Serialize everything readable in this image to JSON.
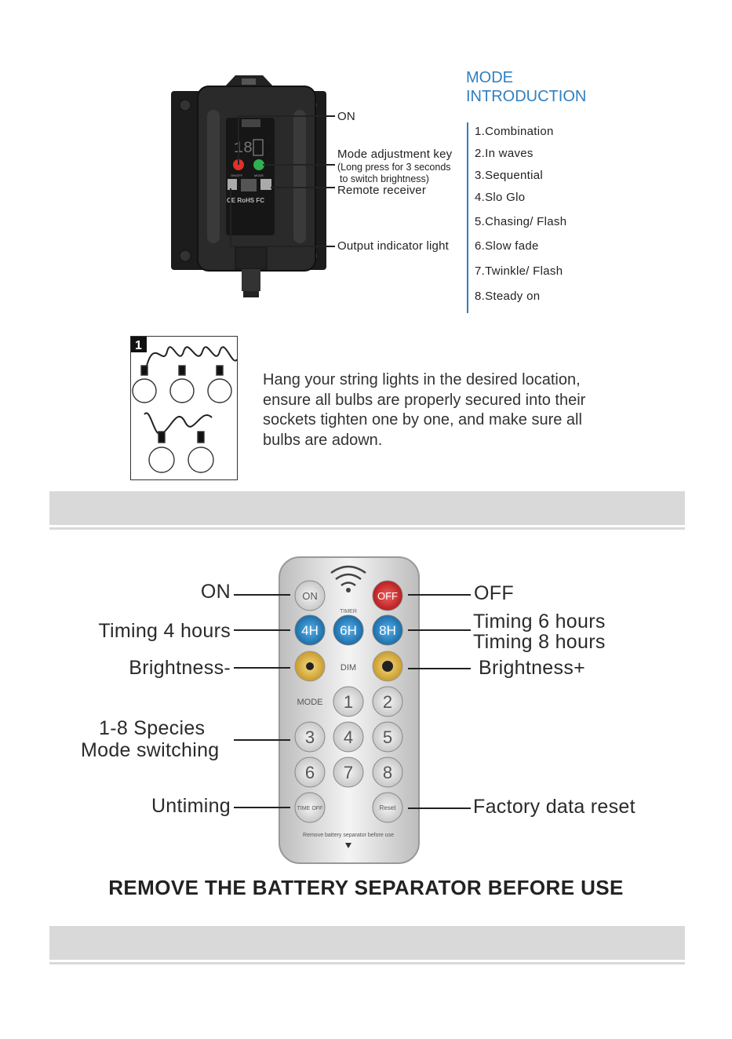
{
  "controller": {
    "labels": {
      "on": "ON",
      "mode_key": "Mode adjustment key",
      "mode_key_note_1": "(Long press for 3 seconds",
      "mode_key_note_2": "to switch brightness)",
      "remote_receiver": "Remote receiver",
      "output_indicator": "Output indicator light"
    },
    "device_text": {
      "display": "18",
      "on_off": "ON/OFF",
      "mode": "MODE",
      "cert": "CE RoHS FC"
    }
  },
  "modes": {
    "title_line1": "MODE",
    "title_line2": "INTRODUCTION",
    "items": [
      "1.Combination",
      "2.In waves",
      "3.Sequential",
      "4.Slo Glo",
      "5.Chasing/ Flash",
      "6.Slow fade",
      "7.Twinkle/ Flash",
      "8.Steady on"
    ]
  },
  "step1": {
    "number": "1",
    "lines": [
      "Hang your string lights in the desired location,",
      "ensure all bulbs are properly secured into their",
      "sockets tighten one by one, and make sure all",
      "bulbs are adown."
    ]
  },
  "remote": {
    "labels": {
      "on": "ON",
      "timing4": "Timing 4 hours",
      "brightness_minus": "Brightness-",
      "species_1": "1-8 Species",
      "species_2": "Mode switching",
      "untiming": "Untiming",
      "off": "OFF",
      "timing6": "Timing 6 hours",
      "timing8": "Timing 8 hours",
      "brightness_plus": "Brightness+",
      "factory_reset": "Factory data reset"
    },
    "buttons": {
      "on": "ON",
      "off": "OFF",
      "timer": "TIMER",
      "h4": "4H",
      "h6": "6H",
      "h8": "8H",
      "dim": "DIM",
      "mode": "MODE",
      "n1": "1",
      "n2": "2",
      "n3": "3",
      "n4": "4",
      "n5": "5",
      "n6": "6",
      "n7": "7",
      "n8": "8",
      "time_off": "TIME OFF",
      "reset": "Reset",
      "battery_note": "Remove battery separator before use"
    },
    "colors": {
      "off_red": "#d8302c",
      "timer_blue": "#2e8fd0",
      "dim_yellow": "#e8c24a"
    }
  },
  "bottom_note": "REMOVE THE BATTERY SEPARATOR BEFORE USE"
}
